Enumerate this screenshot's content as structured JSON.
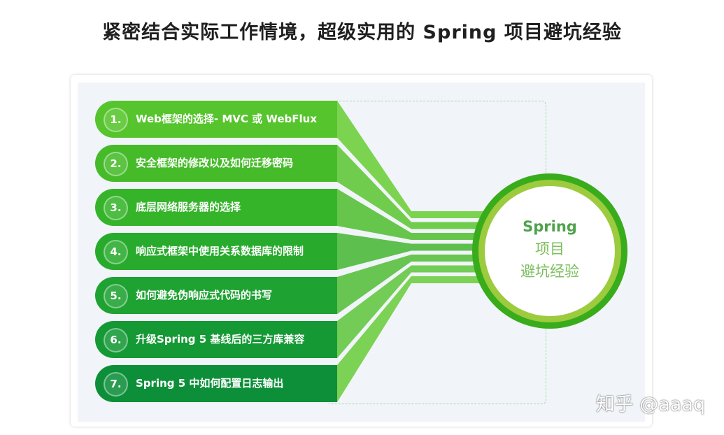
{
  "title": "紧密结合实际工作情境，超级实用的 Spring 项目避坑经验",
  "items": [
    {
      "number": "1.",
      "label": "Web框架的选择- MVC 或 WebFlux",
      "color": "#56c42c"
    },
    {
      "number": "2.",
      "label": "安全框架的修改以及如何迁移密码",
      "color": "#46bb2a"
    },
    {
      "number": "3.",
      "label": "底层网络服务器的选择",
      "color": "#35b42a"
    },
    {
      "number": "4.",
      "label": "响应式框架中使用关系数据库的限制",
      "color": "#28ab2d"
    },
    {
      "number": "5.",
      "label": "如何避免伪响应式代码的书写",
      "color": "#1ea232"
    },
    {
      "number": "6.",
      "label": "升级Spring 5 基线后的三方库兼容",
      "color": "#149935"
    },
    {
      "number": "7.",
      "label": "Spring 5 中如何配置日志输出",
      "color": "#0d8f3a"
    }
  ],
  "hub": {
    "lines": [
      "Spring",
      "项目",
      "避坑经验"
    ],
    "outer_color": "#39ac1c",
    "ring_color": "#9ccb3e"
  },
  "watermark": "知乎 @aaaq"
}
